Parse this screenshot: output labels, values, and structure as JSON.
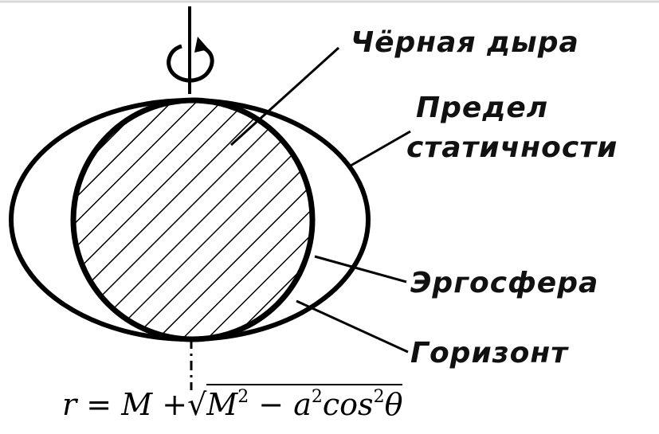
{
  "diagram": {
    "labels": {
      "black_hole": "Чёрная дыра",
      "static_limit_line1": "Предел",
      "static_limit_line2": "статичности",
      "ergosphere": "Эргосфера",
      "horizon": "Горизонт"
    },
    "formula": {
      "r": "r",
      "eq": "=",
      "M": "M",
      "plus": "+",
      "M2": "M",
      "exp2a": "2",
      "minus": "−",
      "a": "a",
      "exp2b": "2",
      "cos": "cos",
      "exp2c": "2",
      "theta": "θ"
    },
    "icons": [
      "rotation-axis-arrow-icon"
    ]
  }
}
